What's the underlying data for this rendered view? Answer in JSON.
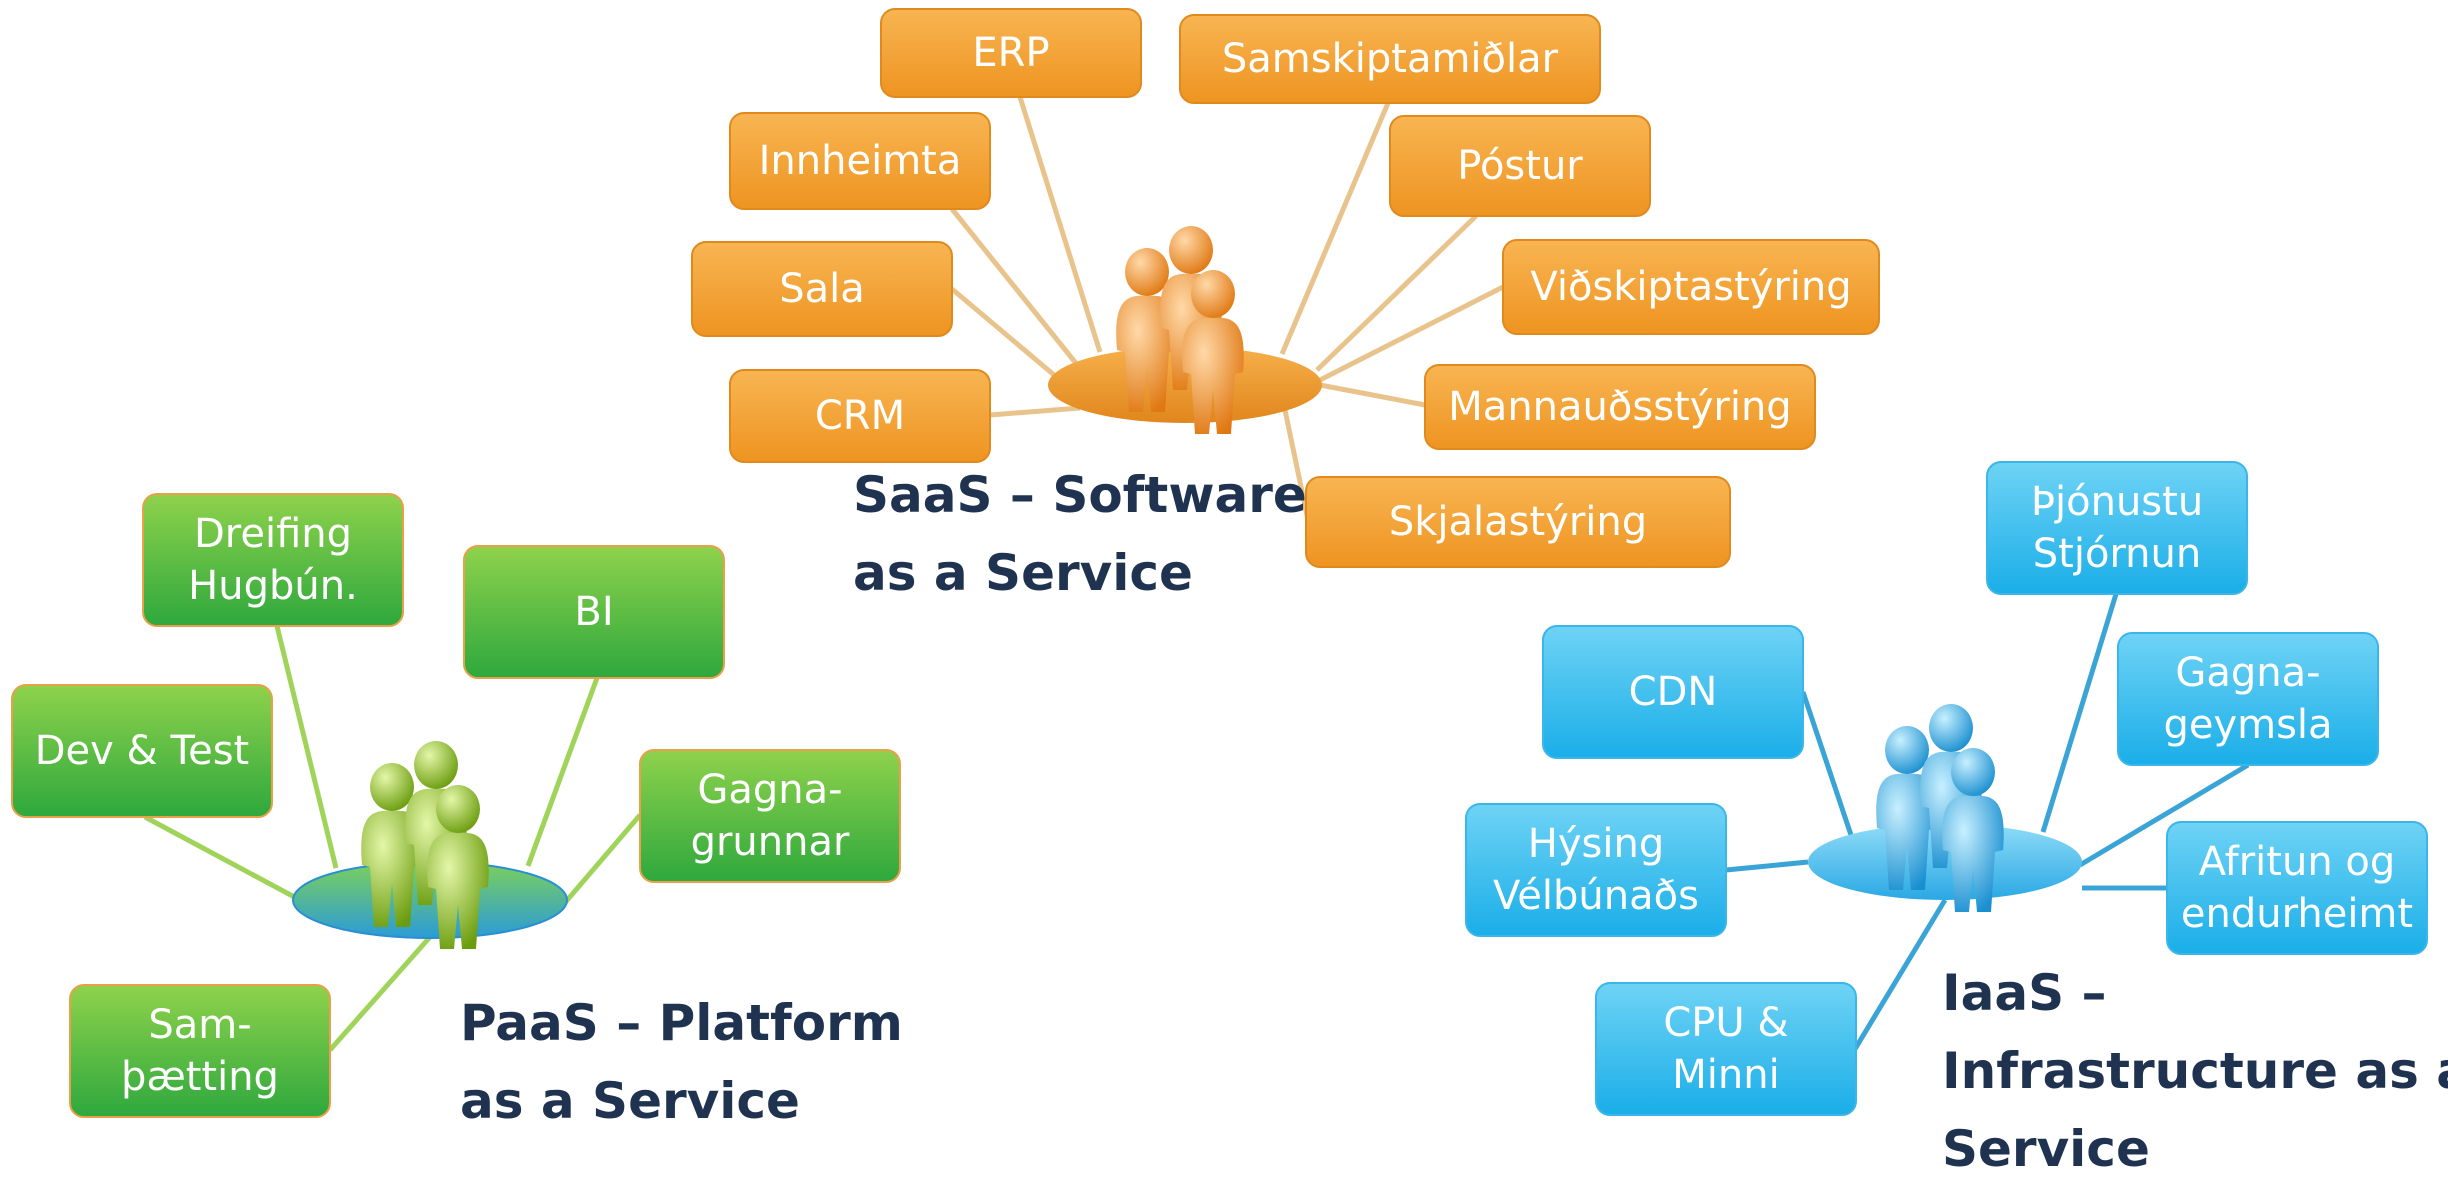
{
  "colors": {
    "saas_box_top": "#f8b552",
    "saas_box_bottom": "#ee9421",
    "saas_box_stroke": "#e08a1e",
    "saas_line": "#e9c38c",
    "paas_box_top": "#8fd24c",
    "paas_box_bottom": "#2ea83d",
    "paas_box_stroke": "#e8a04a",
    "paas_line": "#9fd35a",
    "iaas_box_top": "#6fd3f5",
    "iaas_box_bottom": "#1aaee8",
    "iaas_box_stroke": "#3bb5ea",
    "iaas_line": "#3aa4d6",
    "caption": "#1f3350"
  },
  "saas": {
    "caption_lines": [
      "SaaS – Software",
      "as a Service"
    ],
    "icon": "people-icon",
    "nodes": [
      {
        "id": "erp",
        "lines": [
          "ERP"
        ]
      },
      {
        "id": "samskiptamidlar",
        "lines": [
          "Samskiptamiðlar"
        ]
      },
      {
        "id": "innheimta",
        "lines": [
          "Innheimta"
        ]
      },
      {
        "id": "postur",
        "lines": [
          "Póstur"
        ]
      },
      {
        "id": "sala",
        "lines": [
          "Sala"
        ]
      },
      {
        "id": "vidskiptastyring",
        "lines": [
          "Viðskiptastýring"
        ]
      },
      {
        "id": "crm",
        "lines": [
          "CRM"
        ]
      },
      {
        "id": "mannaudsstyring",
        "lines": [
          "Mannauðsstýring"
        ]
      },
      {
        "id": "skjalastyring",
        "lines": [
          "Skjalastýring"
        ]
      }
    ]
  },
  "paas": {
    "caption_lines": [
      "PaaS – Platform",
      "as a Service"
    ],
    "icon": "people-icon",
    "nodes": [
      {
        "id": "dreifing",
        "lines": [
          "Dreifing",
          "Hugbún."
        ]
      },
      {
        "id": "bi",
        "lines": [
          "BI"
        ]
      },
      {
        "id": "devtest",
        "lines": [
          "Dev & Test"
        ]
      },
      {
        "id": "gagnagrunnar",
        "lines": [
          "Gagna-",
          "grunnar"
        ]
      },
      {
        "id": "sambaetting",
        "lines": [
          "Sam-",
          "þætting"
        ]
      }
    ]
  },
  "iaas": {
    "caption_lines": [
      "IaaS –",
      "Infrastructure as a",
      "Service"
    ],
    "icon": "people-icon",
    "nodes": [
      {
        "id": "thjonustu",
        "lines": [
          "Þjónustu",
          "Stjórnun"
        ]
      },
      {
        "id": "cdn",
        "lines": [
          "CDN"
        ]
      },
      {
        "id": "gagnageymsla",
        "lines": [
          "Gagna-",
          "geymsla"
        ]
      },
      {
        "id": "hysing",
        "lines": [
          "Hýsing",
          "Vélbúnaðs"
        ]
      },
      {
        "id": "afritun",
        "lines": [
          "Afritun og",
          "endurheimt"
        ]
      },
      {
        "id": "cpu",
        "lines": [
          "CPU &",
          "Minni"
        ]
      }
    ]
  }
}
